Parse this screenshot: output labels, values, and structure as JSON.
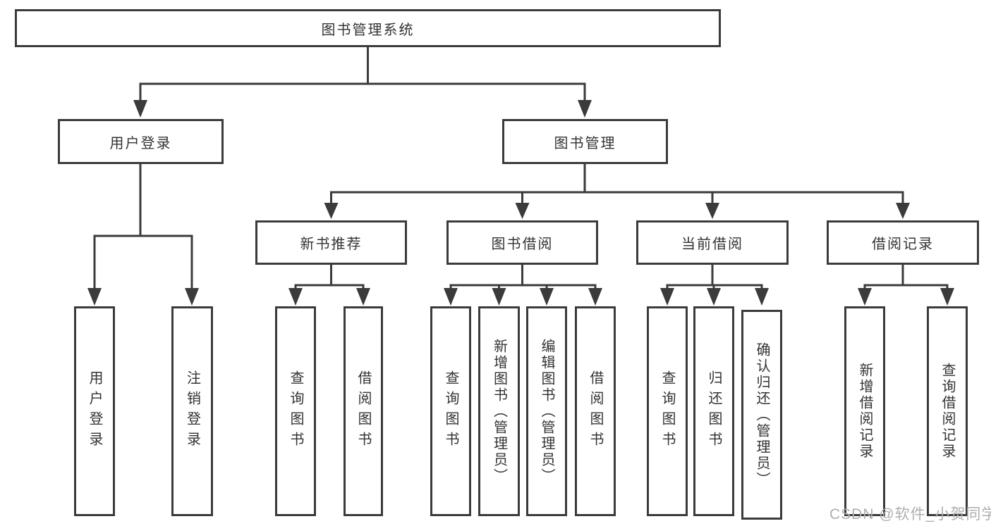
{
  "diagram": {
    "root": {
      "label": "图书管理系统"
    },
    "level2": [
      {
        "label": "用户登录"
      },
      {
        "label": "图书管理"
      }
    ],
    "level3": [
      {
        "label": "新书推荐",
        "parent": "图书管理"
      },
      {
        "label": "图书借阅",
        "parent": "图书管理"
      },
      {
        "label": "当前借阅",
        "parent": "图书管理"
      },
      {
        "label": "借阅记录",
        "parent": "图书管理"
      }
    ],
    "leaves": [
      {
        "label": "用户登录",
        "parent": "用户登录"
      },
      {
        "label": "注销登录",
        "parent": "用户登录"
      },
      {
        "label": "查询图书",
        "parent": "新书推荐"
      },
      {
        "label": "借阅图书",
        "parent": "新书推荐"
      },
      {
        "label": "查询图书",
        "parent": "图书借阅"
      },
      {
        "label": "新增图书（管理员）",
        "parent": "图书借阅"
      },
      {
        "label": "编辑图书（管理员）",
        "parent": "图书借阅"
      },
      {
        "label": "借阅图书",
        "parent": "图书借阅"
      },
      {
        "label": "查询图书",
        "parent": "当前借阅"
      },
      {
        "label": "归还图书",
        "parent": "当前借阅"
      },
      {
        "label": "确认归还（管理员）",
        "parent": "当前借阅"
      },
      {
        "label": "新增借阅记录",
        "parent": "借阅记录"
      },
      {
        "label": "查询借阅记录",
        "parent": "借阅记录"
      }
    ]
  },
  "watermark": {
    "text": "CSDN @软件_小贺同学"
  },
  "colors": {
    "line": "#3b3b3b",
    "text": "#333333",
    "watermark": "#b0aeae",
    "background": "#ffffff"
  }
}
